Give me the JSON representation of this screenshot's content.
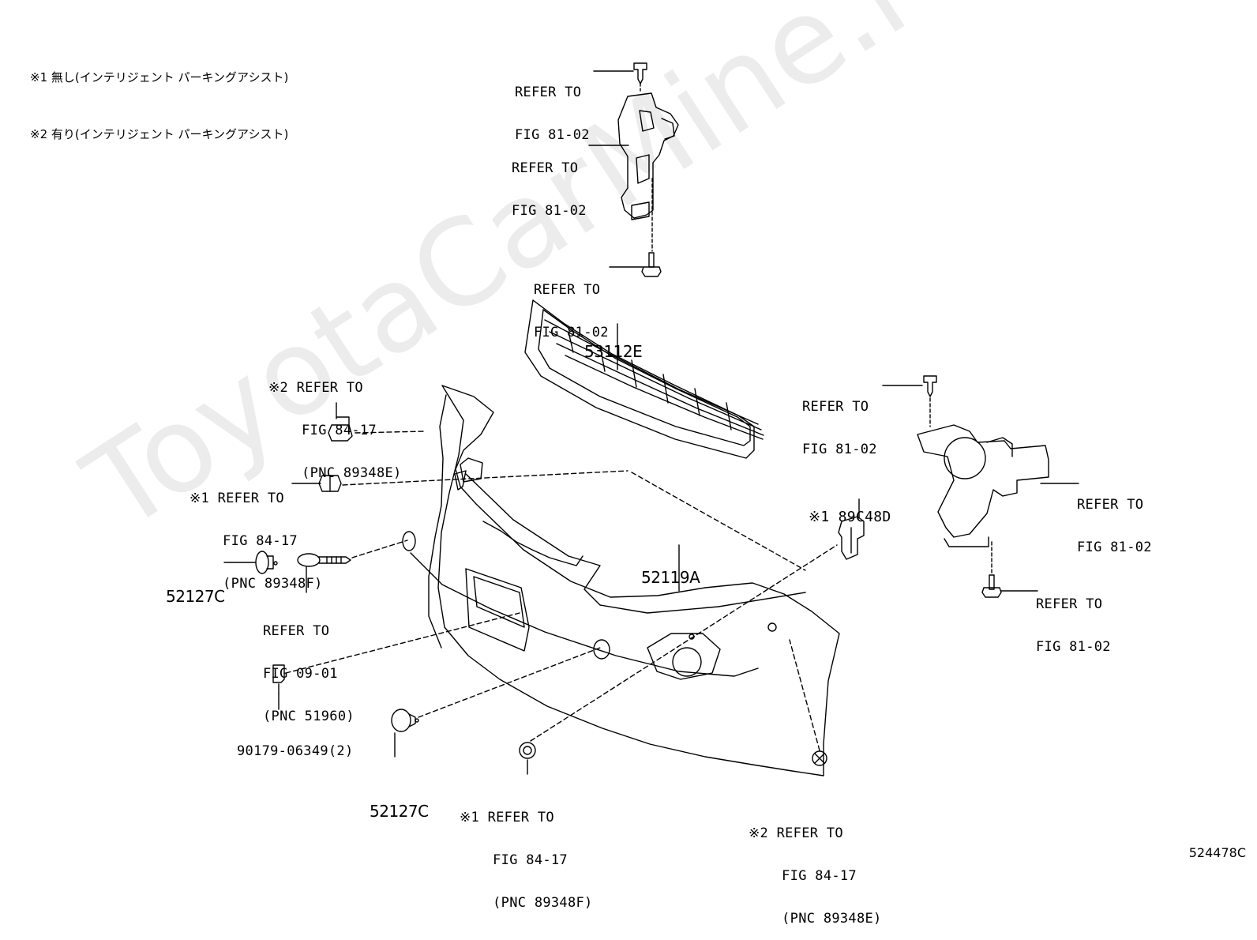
{
  "notes": [
    "※1 無し(インテリジェント パーキングアシスト)",
    "※2 有り(インテリジェント パーキングアシスト)"
  ],
  "watermark": "ToyotaCarMine.ru",
  "figure_id": "524478C",
  "callouts": {
    "top_clip": [
      "REFER TO",
      "FIG 81-02"
    ],
    "top_bracket": [
      "REFER TO",
      "FIG 81-02"
    ],
    "top_bolt": [
      "REFER TO",
      "FIG 81-02"
    ],
    "grille": [
      "53112E"
    ],
    "sensor_retainer_upper": [
      "※2 REFER TO",
      "    FIG 84-17",
      "    (PNC 89348E)"
    ],
    "sensor_retainer_mid": [
      "※1 REFER TO",
      "    FIG 84-17",
      "    (PNC 89348F)"
    ],
    "cap_left": [
      "52127C"
    ],
    "tow_eye": [
      "REFER TO",
      "FIG 09-01",
      "(PNC 51960)"
    ],
    "nut": [
      "90179-06349(2)"
    ],
    "cap_bottom": [
      "52127C"
    ],
    "sensor_retainer_bottom": [
      "※1 REFER TO",
      "    FIG 84-17",
      "    (PNC 89348F)"
    ],
    "bumper_cover": [
      "52119A"
    ],
    "bracket_right": [
      "※1 89C48D"
    ],
    "sensor_retainer_right": [
      "※2 REFER TO",
      "    FIG 84-17",
      "    (PNC 89348E)"
    ],
    "right_clip": [
      "REFER TO",
      "FIG 81-02"
    ],
    "right_bracket": [
      "REFER TO",
      "FIG 81-02"
    ],
    "right_bolt": [
      "REFER TO",
      "FIG 81-02"
    ]
  }
}
